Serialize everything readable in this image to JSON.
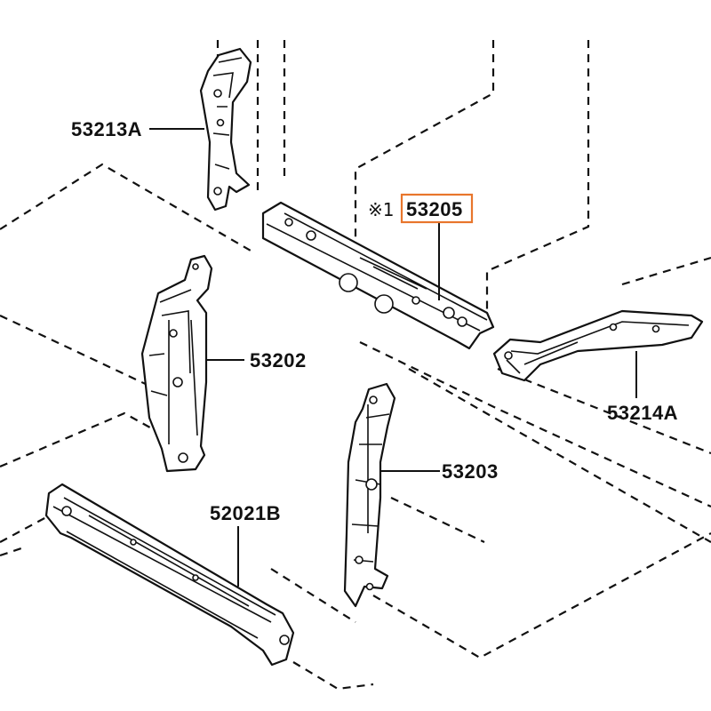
{
  "diagram": {
    "highlight_color": "#e8762c",
    "line_color": "#111111",
    "parts": [
      {
        "id": "p53213A",
        "label": "53213A",
        "highlighted": false
      },
      {
        "id": "p53205",
        "label": "53205",
        "highlighted": true,
        "note": "※1"
      },
      {
        "id": "p53202",
        "label": "53202",
        "highlighted": false
      },
      {
        "id": "p53214A",
        "label": "53214A",
        "highlighted": false
      },
      {
        "id": "p53203",
        "label": "53203",
        "highlighted": false
      },
      {
        "id": "p52021B",
        "label": "52021B",
        "highlighted": false
      }
    ]
  }
}
